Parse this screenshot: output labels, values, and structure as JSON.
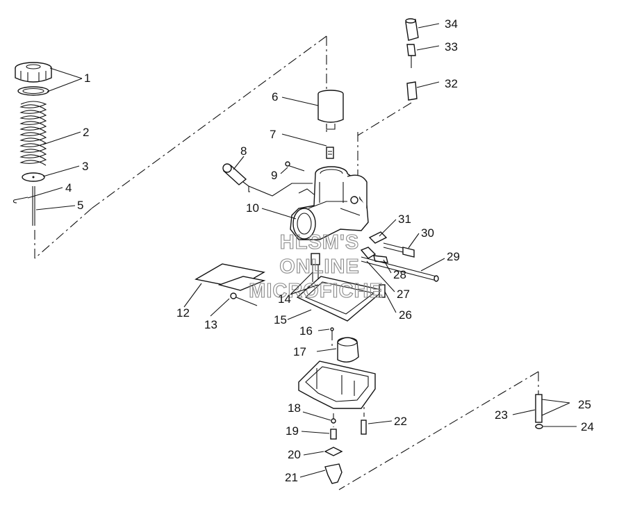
{
  "watermark": [
    "HLSM'S",
    "ONLINE",
    "MICROFICHE"
  ],
  "callouts": {
    "c1": "1",
    "c2": "2",
    "c3": "3",
    "c4": "4",
    "c5": "5",
    "c6": "6",
    "c7": "7",
    "c8": "8",
    "c9": "9",
    "c10": "10",
    "c12": "12",
    "c13": "13",
    "c14": "14",
    "c15": "15",
    "c16": "16",
    "c17": "17",
    "c18": "18",
    "c19": "19",
    "c20": "20",
    "c21": "21",
    "c22": "22",
    "c23": "23",
    "c24": "24",
    "c25": "25",
    "c26": "26",
    "c27": "27",
    "c28": "28",
    "c29": "29",
    "c30": "30",
    "c31": "31",
    "c32": "32",
    "c33": "33",
    "c34": "34"
  }
}
